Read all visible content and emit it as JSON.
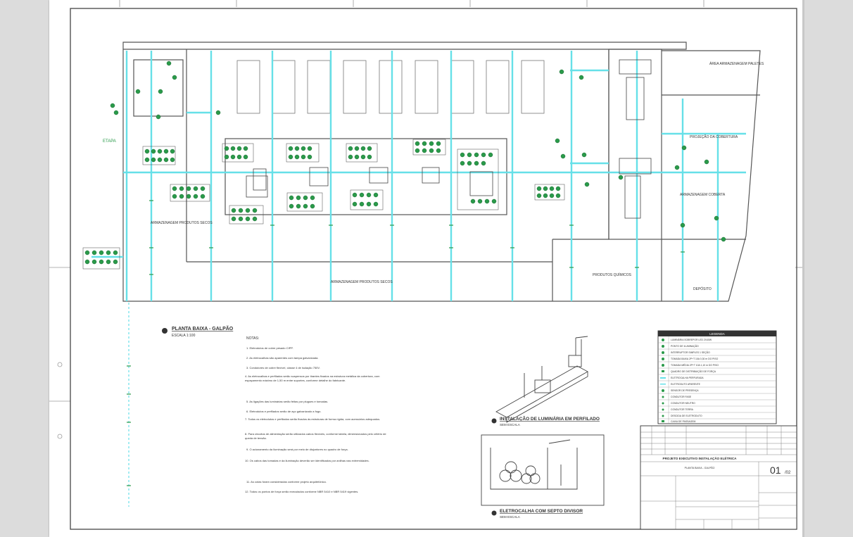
{
  "colors": {
    "background": "#dcdcdc",
    "sheet": "#ffffff",
    "circuit": "#66e0e8",
    "device": "#2a9a4a",
    "wall": "#555555"
  },
  "plan": {
    "title": "PLANTA BAIXA - GALPÃO",
    "scale": "ESCALA 1:100",
    "areas": {
      "top_right": "ÁREA ARMAZENAGEM PALETES",
      "left_storage": "ARMAZENAGEM PRODUTOS SECOS",
      "bottom_storage": "ARMAZENAGEM PRODUTOS SECOS",
      "right_storage": "ARMAZENAGEM COBERTA",
      "right_top": "PROJEÇÃO DA COBERTURA",
      "products": "PRODUTOS QUÍMICOS",
      "corner": "DEPÓSITO",
      "left_mark": "ETAPA"
    }
  },
  "notes": {
    "title": "NOTAS:",
    "items": [
      "1. Eletrodutos de cobre pesado CIPP.",
      "2. As eletrocalhas são aparentes com tampa galvanizada.",
      "3. Condutores de cobre flexível, classe 4 de isolação 750V.",
      "4. As eletrocalhas e perfilados serão suspensos por tirantes fixados na estrutura metálica da cobertura, com espaçamento máximo de 1,50 m entre suportes, conforme detalhe do fabricante.",
      "5. As ligações das luminárias serão feitas por plugues e tomadas.",
      "6. Eletrodutos e perfilados serão de aço galvanizado a fogo.",
      "7. Todos os eletrodutos e perfilados serão fixados às estruturas de forma rígida, com acessórios adequados.",
      "8. Para circuitos de alimentação serão utilizados cabos flexíveis, conforme tabela, dimensionados pelo critério de queda de tensão.",
      "9. O acionamento da iluminação será por meio de disjuntores no quadro de força.",
      "10. Os cabos das tomadas e da iluminação deverão ser identificados por anilhas nas extremidades.",
      "11. As cotas foram consideradas conforme projeto arquitetônico.",
      "12. Todos os pontos de força serão executados conforme NBR 5410 e NBR 5419 vigentes."
    ]
  },
  "details": {
    "luminaria_title": "INSTALAÇÃO DE LUMINÁRIA EM PERFILADO",
    "luminaria_scale": "SEM ESCALA",
    "eletrocalha_title": "ELETROCALHA COM SEPTO DIVISOR",
    "eletrocalha_scale": "SEM ESCALA"
  },
  "legend": {
    "title": "LEGENDA",
    "items": [
      "LUMINÁRIA SOBREPOR LED 2X40W",
      "PONTO DE ILUMINAÇÃO",
      "INTERRUPTOR SIMPLES 1 SEÇÃO",
      "TOMADA BAIXA 2P+T 10A 0,30 m DO PISO",
      "TOMADA MÉDIA 2P+T 10A 1,10 m DO PISO",
      "QUADRO DE DISTRIBUIÇÃO DE FORÇA",
      "ELETROCALHA PERFURADA",
      "ELETRODUTO APARENTE",
      "SENSOR DE PRESENÇA",
      "CONDUTOR FASE",
      "CONDUTOR NEUTRO",
      "CONDUTOR TERRA",
      "DESCIDA DE ELETRODUTO",
      "CAIXA DE PASSAGEM"
    ]
  },
  "title_block": {
    "project": "PROJETO EXECUTIVO INSTALAÇÃO ELÉTRICA",
    "subtitle": "PLANTA BAIXA - GALPÃO",
    "sheet_number": "01",
    "sheet_total": "/02"
  }
}
